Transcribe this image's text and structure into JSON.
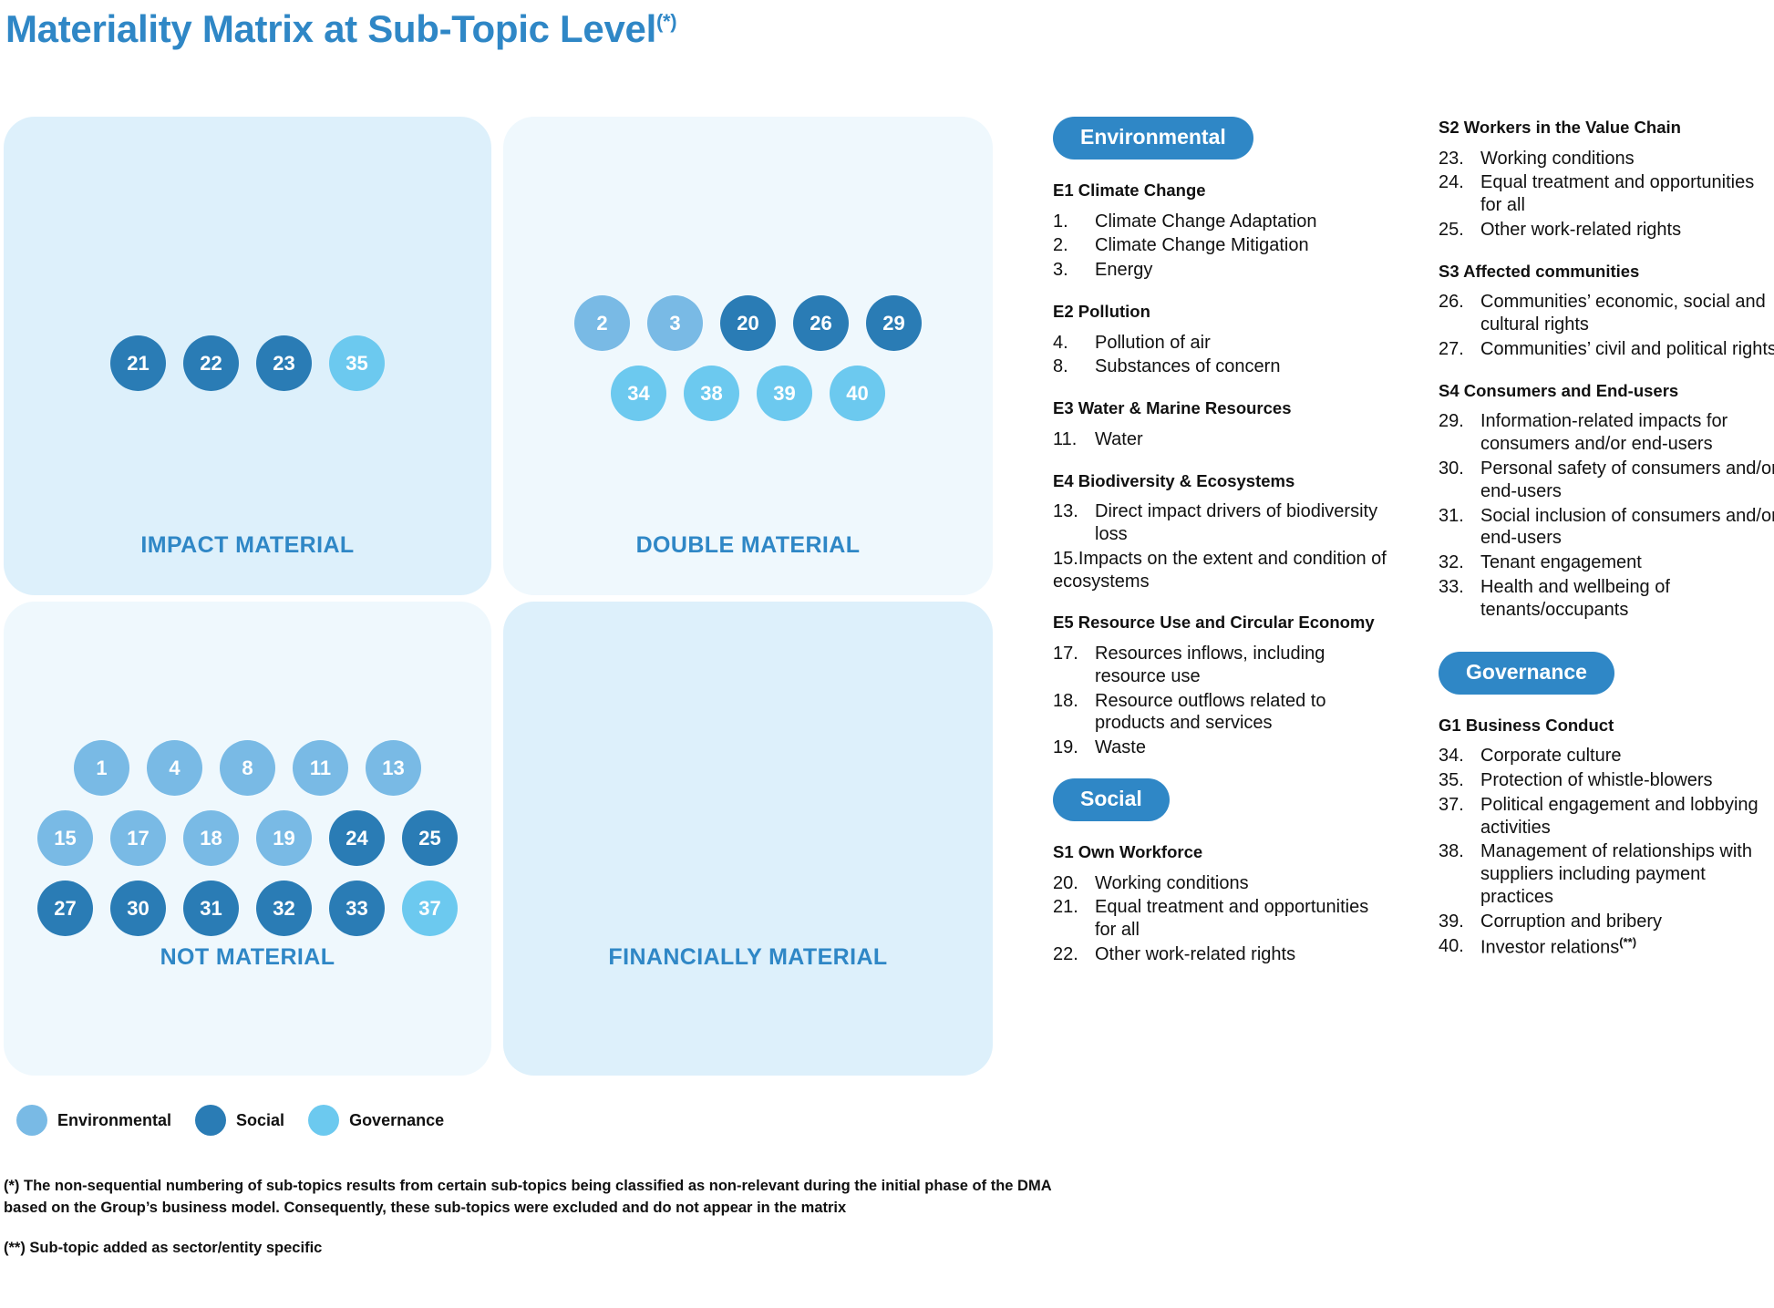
{
  "title": {
    "main": "Materiality Matrix at Sub-Topic Level",
    "superscript": "(*)"
  },
  "legend": {
    "items": [
      {
        "label": "Environmental",
        "color": "#79bae5",
        "key": "env"
      },
      {
        "label": "Social",
        "color": "#2a7cb5",
        "key": "soc"
      },
      {
        "label": "Governance",
        "color": "#6cc9ef",
        "key": "gov"
      }
    ]
  },
  "matrix": {
    "quadrants": [
      {
        "id": "impact-material",
        "label": "IMPACT MATERIAL",
        "background": "#ddf0fb",
        "rows": [
          [
            {
              "n": "21",
              "cat": "soc"
            },
            {
              "n": "22",
              "cat": "soc"
            },
            {
              "n": "23",
              "cat": "soc"
            },
            {
              "n": "35",
              "cat": "gov"
            }
          ]
        ]
      },
      {
        "id": "double-material",
        "label": "DOUBLE MATERIAL",
        "background": "#eff8fd",
        "rows": [
          [
            {
              "n": "2",
              "cat": "env"
            },
            {
              "n": "3",
              "cat": "env"
            },
            {
              "n": "20",
              "cat": "soc"
            },
            {
              "n": "26",
              "cat": "soc"
            },
            {
              "n": "29",
              "cat": "soc"
            }
          ],
          [
            {
              "n": "34",
              "cat": "gov"
            },
            {
              "n": "38",
              "cat": "gov"
            },
            {
              "n": "39",
              "cat": "gov"
            },
            {
              "n": "40",
              "cat": "gov"
            }
          ]
        ]
      },
      {
        "id": "not-material",
        "label": "NOT MATERIAL",
        "background": "#eff8fd",
        "rows": [
          [
            {
              "n": "1",
              "cat": "env"
            },
            {
              "n": "4",
              "cat": "env"
            },
            {
              "n": "8",
              "cat": "env"
            },
            {
              "n": "11",
              "cat": "env"
            },
            {
              "n": "13",
              "cat": "env"
            }
          ],
          [
            {
              "n": "15",
              "cat": "env"
            },
            {
              "n": "17",
              "cat": "env"
            },
            {
              "n": "18",
              "cat": "env"
            },
            {
              "n": "19",
              "cat": "env"
            },
            {
              "n": "24",
              "cat": "soc"
            },
            {
              "n": "25",
              "cat": "soc"
            }
          ],
          [
            {
              "n": "27",
              "cat": "soc"
            },
            {
              "n": "30",
              "cat": "soc"
            },
            {
              "n": "31",
              "cat": "soc"
            },
            {
              "n": "32",
              "cat": "soc"
            },
            {
              "n": "33",
              "cat": "soc"
            },
            {
              "n": "37",
              "cat": "gov"
            }
          ]
        ]
      },
      {
        "id": "financially-material",
        "label": "FINANCIALLY MATERIAL",
        "background": "#ddf0fb",
        "rows": []
      }
    ]
  },
  "columns": {
    "middle": {
      "pill_environmental": "Environmental",
      "pill_social": "Social",
      "groups_environmental": [
        {
          "heading": "E1 Climate Change",
          "items": [
            {
              "num": "1.",
              "text": "Climate Change Adaptation"
            },
            {
              "num": "2.",
              "text": "Climate Change Mitigation"
            },
            {
              "num": "3.",
              "text": "Energy"
            }
          ]
        },
        {
          "heading": "E2 Pollution",
          "items": [
            {
              "num": "4.",
              "text": "Pollution of air"
            },
            {
              "num": "8.",
              "text": "Substances of concern"
            }
          ]
        },
        {
          "heading": "E3 Water & Marine Resources",
          "items": [
            {
              "num": "11.",
              "text": "Water"
            }
          ]
        },
        {
          "heading": "E4 Biodiversity & Ecosystems",
          "items": [
            {
              "num": "13.",
              "text": "Direct impact drivers of biodiversity loss"
            },
            {
              "num": "15.",
              "text": "Impacts on the extent and condition of ecosystems",
              "noindent": true
            }
          ]
        },
        {
          "heading": "E5 Resource Use and Circular Economy",
          "items": [
            {
              "num": "17.",
              "text": "Resources inflows, including resource use"
            },
            {
              "num": "18.",
              "text": "Resource outflows related to products and services"
            },
            {
              "num": "19.",
              "text": "Waste"
            }
          ]
        }
      ],
      "groups_social": [
        {
          "heading": "S1 Own Workforce",
          "items": [
            {
              "num": "20.",
              "text": "Working conditions"
            },
            {
              "num": "21.",
              "text": "Equal treatment and opportunities for all"
            },
            {
              "num": "22.",
              "text": "Other work-related rights"
            }
          ]
        }
      ]
    },
    "right": {
      "pill_governance": "Governance",
      "groups_social": [
        {
          "heading": "S2 Workers in the Value Chain",
          "items": [
            {
              "num": "23.",
              "text": "Working conditions"
            },
            {
              "num": "24.",
              "text": "Equal treatment and opportunities for all"
            },
            {
              "num": "25.",
              "text": "Other work-related rights"
            }
          ]
        },
        {
          "heading": "S3 Affected communities",
          "items": [
            {
              "num": "26.",
              "text": "Communities’ economic, social and cultural rights"
            },
            {
              "num": "27.",
              "text": "Communities’ civil and political rights"
            }
          ]
        },
        {
          "heading": "S4 Consumers and End-users",
          "items": [
            {
              "num": "29.",
              "text": "Information-related impacts for consumers and/or end-users"
            },
            {
              "num": "30.",
              "text": "Personal safety of consumers and/or end-users"
            },
            {
              "num": "31.",
              "text": "Social inclusion of consumers and/or end-users"
            },
            {
              "num": "32.",
              "text": "Tenant engagement"
            },
            {
              "num": "33.",
              "text": "Health and wellbeing of tenants/occupants"
            }
          ]
        }
      ],
      "groups_governance": [
        {
          "heading": "G1 Business Conduct",
          "items": [
            {
              "num": "34.",
              "text": "Corporate culture"
            },
            {
              "num": "35.",
              "text": "Protection of whistle-blowers"
            },
            {
              "num": "37.",
              "text": "Political engagement and lobbying activities"
            },
            {
              "num": "38.",
              "text": "Management of relationships with suppliers including payment practices"
            },
            {
              "num": "39.",
              "text": "Corruption and bribery"
            },
            {
              "num": "40.",
              "text": "Investor relations",
              "sup": "(**)"
            }
          ]
        }
      ]
    }
  },
  "footnotes": [
    "(*) The non-sequential numbering of sub-topics results from certain sub-topics being classified as non-relevant during the initial phase of the DMA based on the Group’s business model. Consequently, these sub-topics were excluded and do not appear in the matrix",
    "(**) Sub-topic added as sector/entity specific"
  ]
}
